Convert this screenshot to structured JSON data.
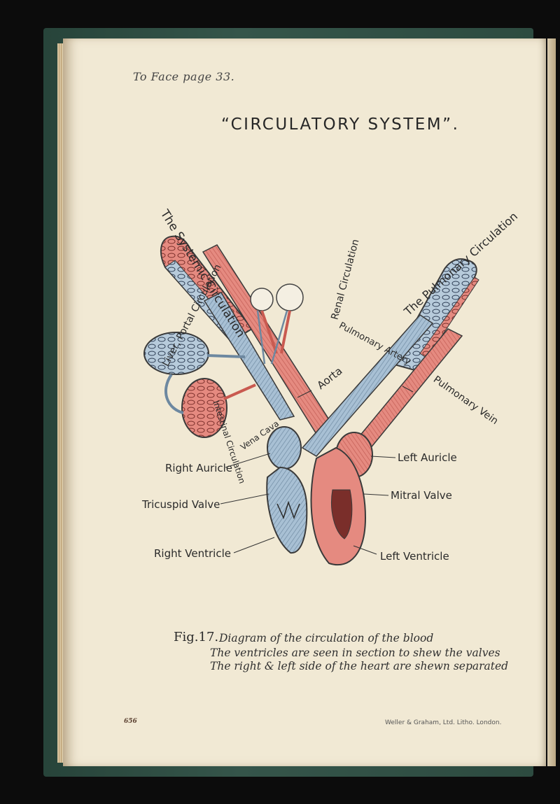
{
  "page_ref": "To Face page 33.",
  "title": "“CIRCULATORY SYSTEM”.",
  "diagram_labels": {
    "systemic_circulation": "The Systemic Circulation",
    "pulmonary_circulation": "The Pulmonary Circulation",
    "renal_circulation": "Renal Circulation",
    "portal_circulation": "Liver, Portal Circulation",
    "intestinal_circulation": "Intestinal Circulation",
    "pulmonary_artery": "Pulmonary Artery",
    "pulmonary_vein": "Pulmonary Vein",
    "aorta": "Aorta",
    "vena_cava": "Vena Cava",
    "right_auricle": "Right Auricle",
    "left_auricle": "Left Auricle",
    "tricuspid_valve": "Tricuspid Valve",
    "mitral_valve": "Mitral Valve",
    "right_ventricle": "Right Ventricle",
    "left_ventricle": "Left Ventricle"
  },
  "caption": {
    "fig": "Fig.17.",
    "line1": "Diagram of the circulation of the blood",
    "line2": "The ventricles are seen in section to shew the valves",
    "line3": "The right & left side of the heart are shewn separated"
  },
  "plate_number": "656",
  "printer": "Weller & Graham, Ltd. Litho. London.",
  "colors": {
    "arterial": "#e58a80",
    "venous": "#a8c0d4",
    "paper": "#f1e9d4",
    "cover": "#2f4e44"
  }
}
